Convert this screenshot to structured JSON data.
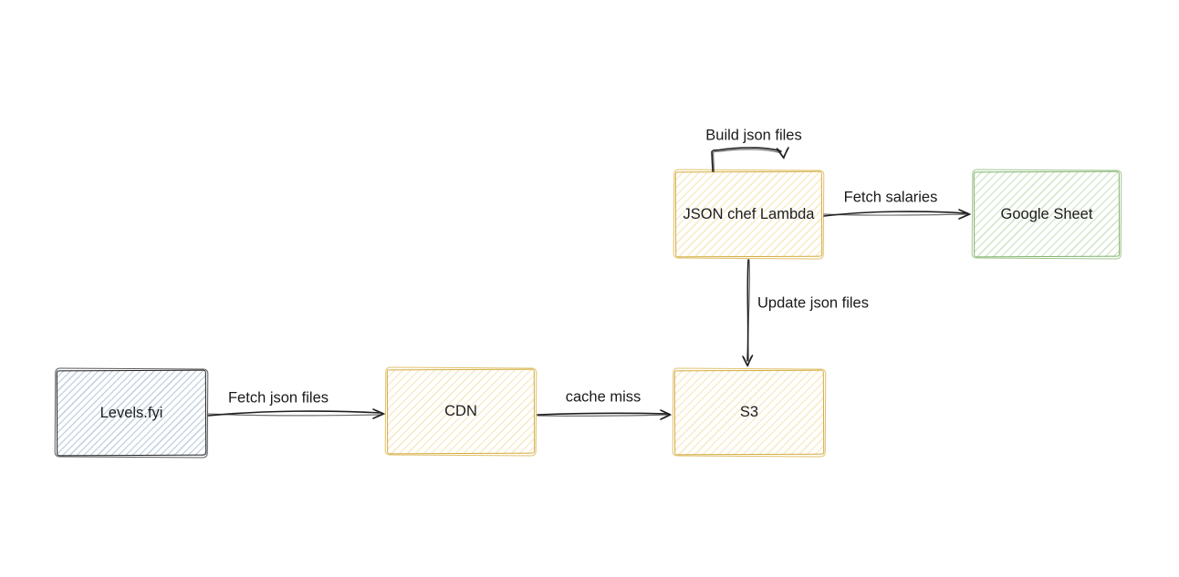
{
  "canvas": {
    "background": "#ffffff"
  },
  "diagram": {
    "nodes": [
      {
        "id": "levels",
        "label": "Levels.fyi",
        "stroke": "#1e1e1e",
        "hatch": "#c9d5e3"
      },
      {
        "id": "cdn",
        "label": "CDN",
        "stroke": "#d4ab3c",
        "hatch": "#f7ecca"
      },
      {
        "id": "s3",
        "label": "S3",
        "stroke": "#d4ab3c",
        "hatch": "#f7ecca"
      },
      {
        "id": "lambda",
        "label": "JSON chef Lambda",
        "stroke": "#d4ab3c",
        "hatch": "#f7ecca"
      },
      {
        "id": "gsheet",
        "label": "Google Sheet",
        "stroke": "#7fb36b",
        "hatch": "#d5e8cd"
      }
    ],
    "edges": [
      {
        "id": "fetch-json-files",
        "label": "Fetch json files",
        "from": "levels",
        "to": "cdn"
      },
      {
        "id": "cache-miss",
        "label": "cache miss",
        "from": "cdn",
        "to": "s3"
      },
      {
        "id": "update-json-files",
        "label": "Update json files",
        "from": "lambda",
        "to": "s3"
      },
      {
        "id": "fetch-salaries",
        "label": "Fetch salaries",
        "from": "lambda",
        "to": "gsheet"
      },
      {
        "id": "build-json-files",
        "label": "Build json files",
        "from": "lambda",
        "to": "lambda"
      }
    ]
  }
}
